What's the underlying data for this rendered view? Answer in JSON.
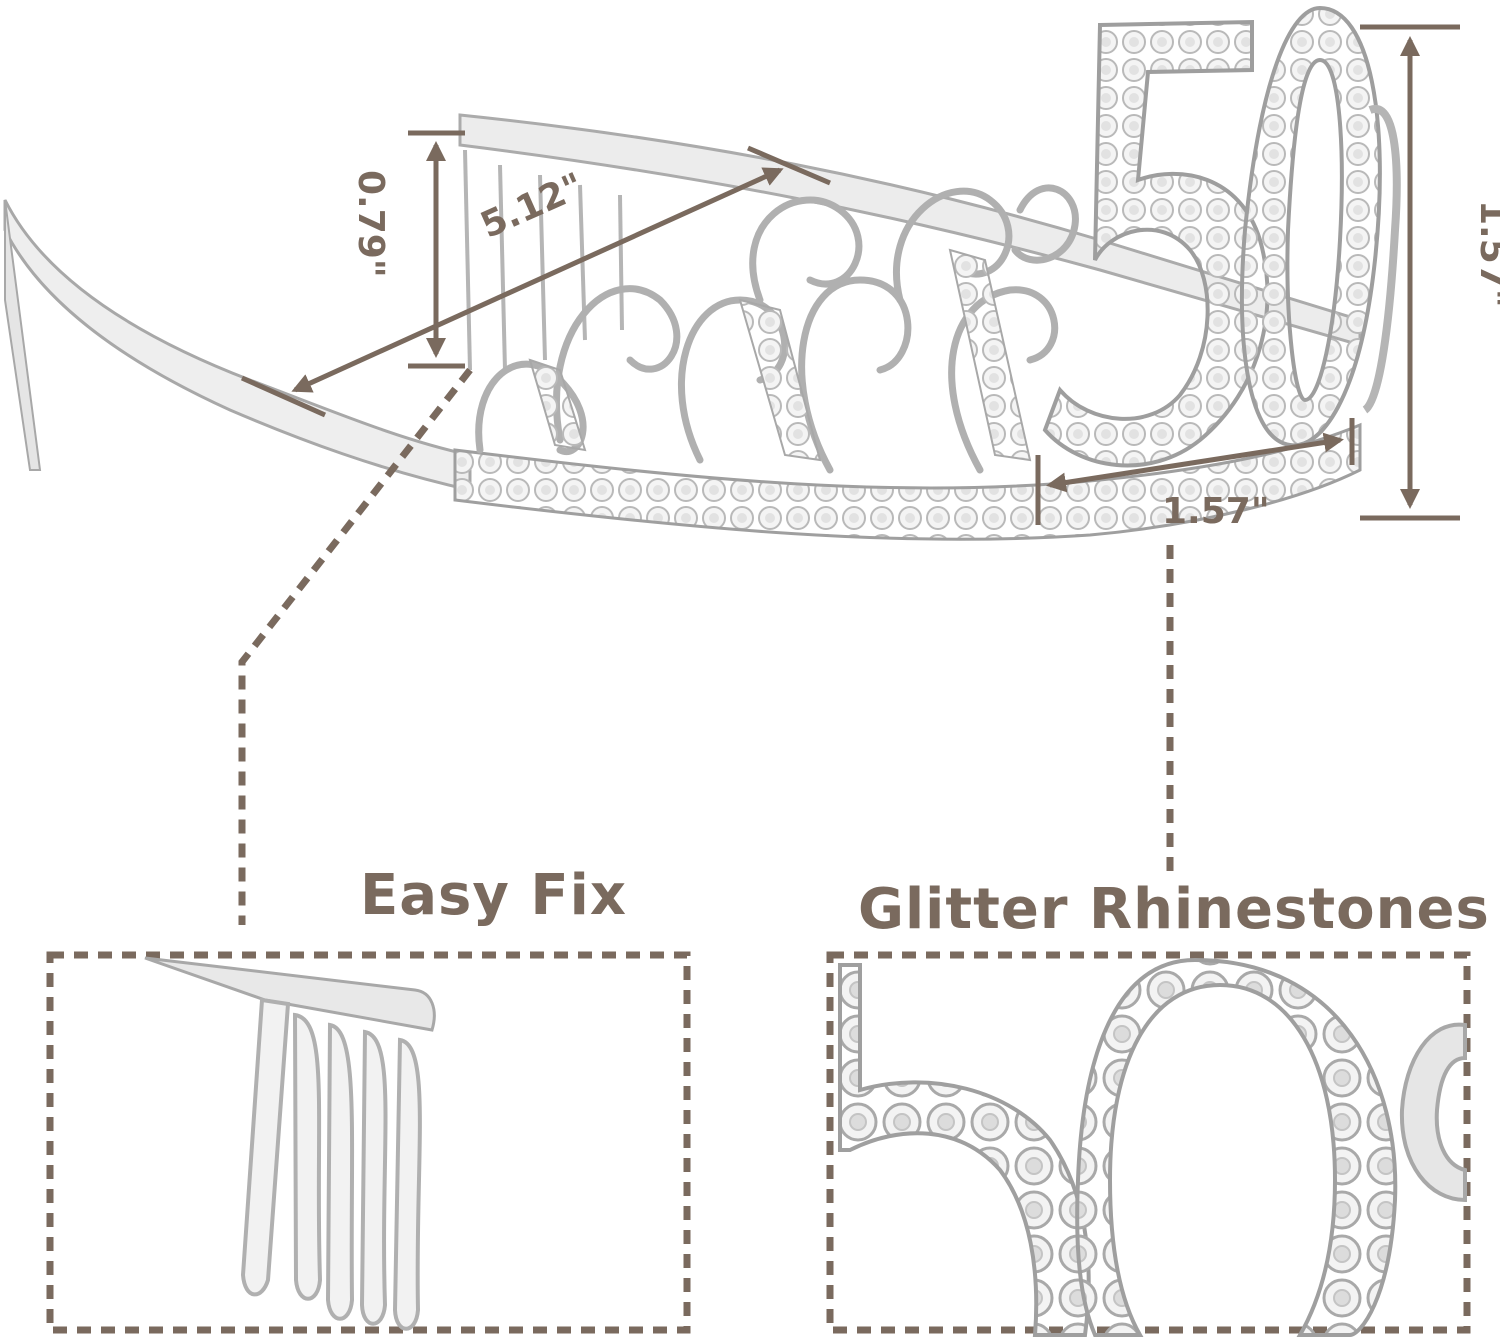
{
  "dimensions": {
    "comb_height": "0.79\"",
    "band_width": "5.12\"",
    "tiara_height": "1.57\"",
    "number_width": "1.57\""
  },
  "features": {
    "easy_fix": "Easy Fix",
    "glitter_rhinestones": "Glitter Rhinestones"
  },
  "colors": {
    "accent": "#7a6a5e",
    "silver": "#d9d9d9",
    "silver_dark": "#a8a8a8",
    "background": "#ffffff"
  }
}
